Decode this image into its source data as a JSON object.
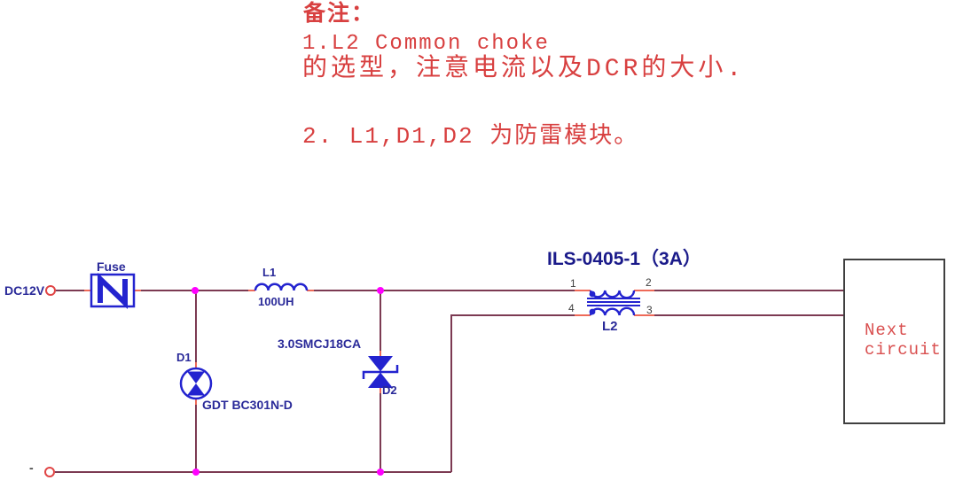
{
  "colors": {
    "note_red": "#d84040",
    "wire_maroon": "#7c3a52",
    "pin_stub_red": "#ee6a58",
    "symbol_blue": "#2323cf",
    "label_navy": "#2a2a99",
    "junction_magenta": "#ff00ff",
    "terminal_red": "#e04545",
    "box_border_gray": "#3f3f3f",
    "next_text_red": "#d94f4f"
  },
  "notes": {
    "heading": "备注：",
    "line1": "1.L2 Common choke",
    "line2": "的选型，注意电流以及DCR的大小.",
    "line3": "2. L1,D1,D2 为防雷模块。"
  },
  "schematic": {
    "input_label": "DC12V",
    "negative_label": "-",
    "fuse": {
      "ref": "Fuse"
    },
    "l1": {
      "ref": "L1",
      "value": "100UH"
    },
    "d1": {
      "ref": "D1",
      "part": "GDT BC301N-D"
    },
    "d2": {
      "ref": "D2",
      "part": "3.0SMCJ18CA"
    },
    "l2": {
      "ref": "L2",
      "title": "ILS-0405-1（3A）",
      "pin1": "1",
      "pin2": "2",
      "pin3": "3",
      "pin4": "4"
    },
    "next_block": {
      "line1": "Next",
      "line2": "circuit"
    }
  }
}
